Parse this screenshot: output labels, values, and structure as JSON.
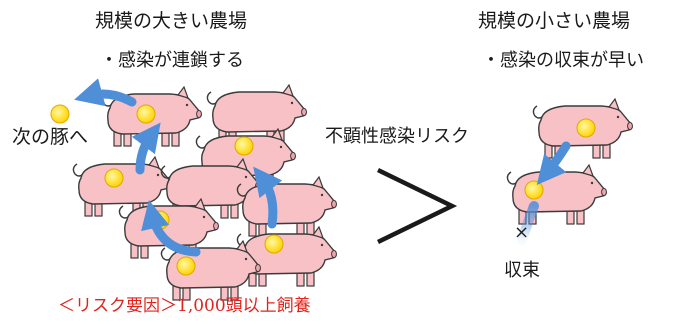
{
  "left_panel": {
    "title": "規模の大きい農場",
    "point": "・感染が連鎖する",
    "next_pig_label": "次の豚へ"
  },
  "comparison": {
    "label": "不顕性感染リスク",
    "symbol": "greater-than"
  },
  "right_panel": {
    "title": "規模の小さい農場",
    "point": "・感染の収束が早い",
    "convergence_label": "収束",
    "stop_mark": "×"
  },
  "risk_factor": "＜リスク要因＞1,000頭以上飼養",
  "colors": {
    "pig_body": "#f7c1c6",
    "pig_outline": "#3b3b3b",
    "infection_dot": "#ffe600",
    "arrow": "#4f8fd8",
    "risk_text": "#e0231d"
  },
  "icons": {
    "pig": "pig-icon",
    "infection": "infection-dot-icon",
    "spread": "spread-arrow-icon"
  }
}
